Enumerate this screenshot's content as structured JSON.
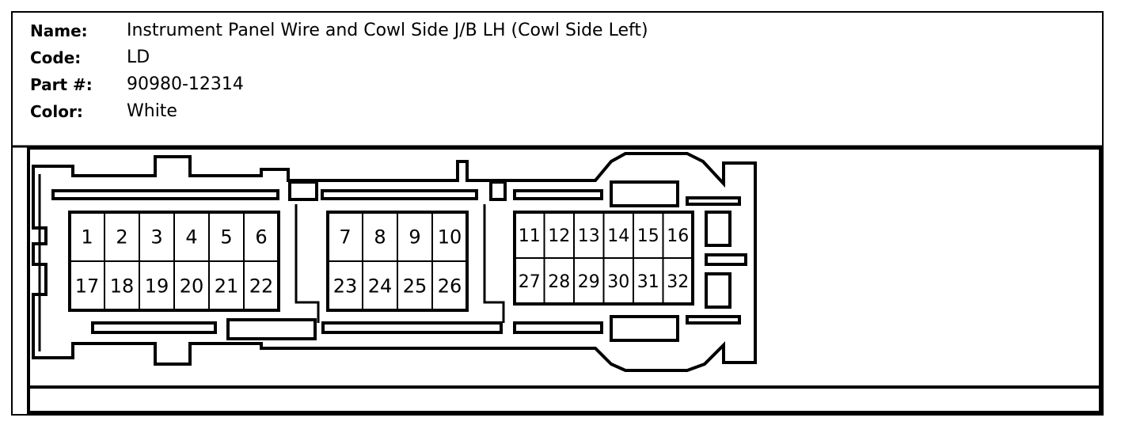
{
  "connector": {
    "fields": [
      {
        "label": "Name:",
        "value": "Instrument Panel Wire and Cowl Side J/B LH (Cowl Side Left)"
      },
      {
        "label": "Code:",
        "value": "LD"
      },
      {
        "label": "Part #:",
        "value": "90980-12314"
      },
      {
        "label": "Color:",
        "value": "White"
      }
    ],
    "pin_groups": [
      {
        "name": "left",
        "top": [
          "1",
          "2",
          "3",
          "4",
          "5",
          "6"
        ],
        "bottom": [
          "17",
          "18",
          "19",
          "20",
          "21",
          "22"
        ]
      },
      {
        "name": "middle",
        "top": [
          "7",
          "8",
          "9",
          "10"
        ],
        "bottom": [
          "23",
          "24",
          "25",
          "26"
        ]
      },
      {
        "name": "right",
        "top": [
          "11",
          "12",
          "13",
          "14",
          "15",
          "16"
        ],
        "bottom": [
          "27",
          "28",
          "29",
          "30",
          "31",
          "32"
        ]
      }
    ]
  }
}
